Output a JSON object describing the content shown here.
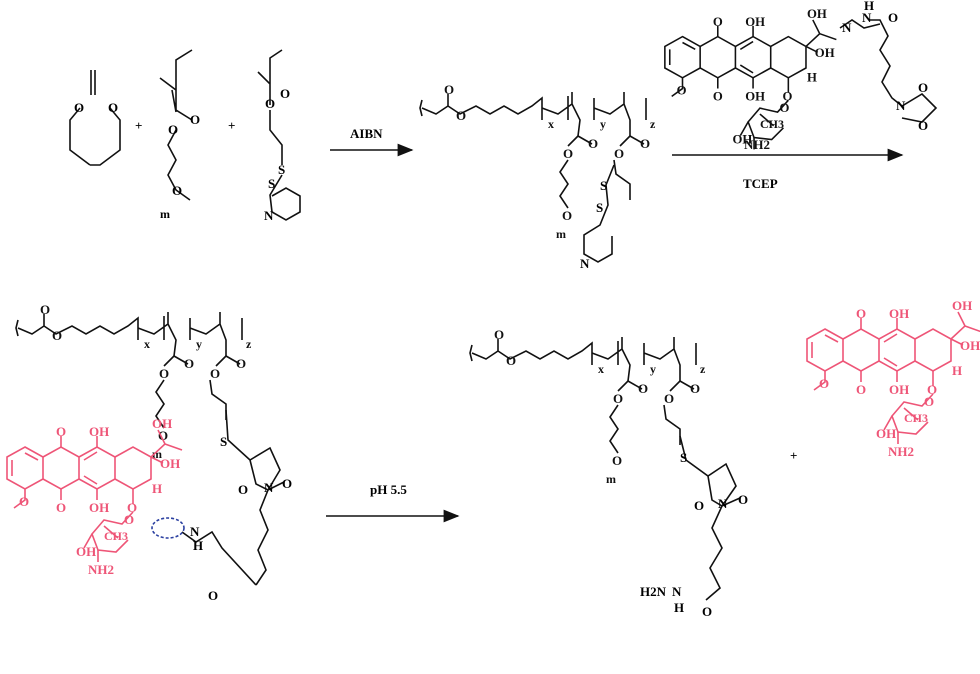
{
  "reagents": {
    "step1": "AIBN",
    "step2": "TCEP",
    "step3": "pH 5.5"
  },
  "plus": "+",
  "atoms": {
    "O": "O",
    "OH": "OH",
    "H": "H",
    "N": "N",
    "S": "S",
    "CH3": "CH3",
    "NH2": "NH2",
    "H2N": "H2N",
    "NH": "N",
    "x": "x",
    "y": "y",
    "z": "z",
    "m": "m"
  },
  "colors": {
    "drug": "#ee5577",
    "ink": "#111111",
    "highlight": "#2a3fa0"
  }
}
